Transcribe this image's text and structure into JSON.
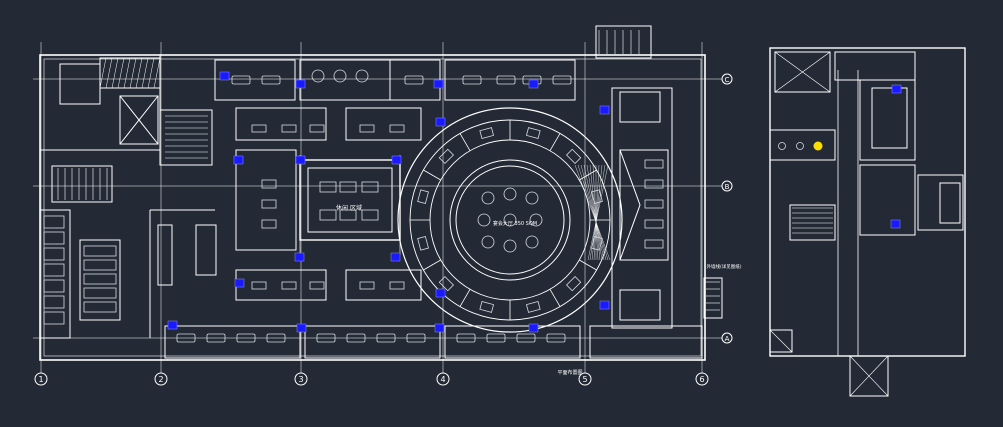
{
  "colors": {
    "background": "#232a35",
    "line": "#ffffff",
    "line_dim": "#c8ccd4",
    "grid_axis": "#ffffff",
    "marker_blue": "#1a1aff",
    "marker_yellow": "#ffdd00"
  },
  "grid_axes": {
    "bottom": [
      "1",
      "2",
      "3",
      "4",
      "5",
      "6"
    ],
    "right": [
      "C",
      "B",
      "A"
    ]
  },
  "rooms": {
    "lounge_label": "休闲 区域",
    "banquet_hall_label": "宴会大厅 350 SQM"
  },
  "drawing": {
    "title": "平面布置图",
    "note_right": "外墙线(详见图纸)"
  },
  "icon_names": {
    "sign_marker": "fire-exit-sign-icon",
    "elevator": "elevator-shaft-icon",
    "stair": "staircase-icon"
  }
}
